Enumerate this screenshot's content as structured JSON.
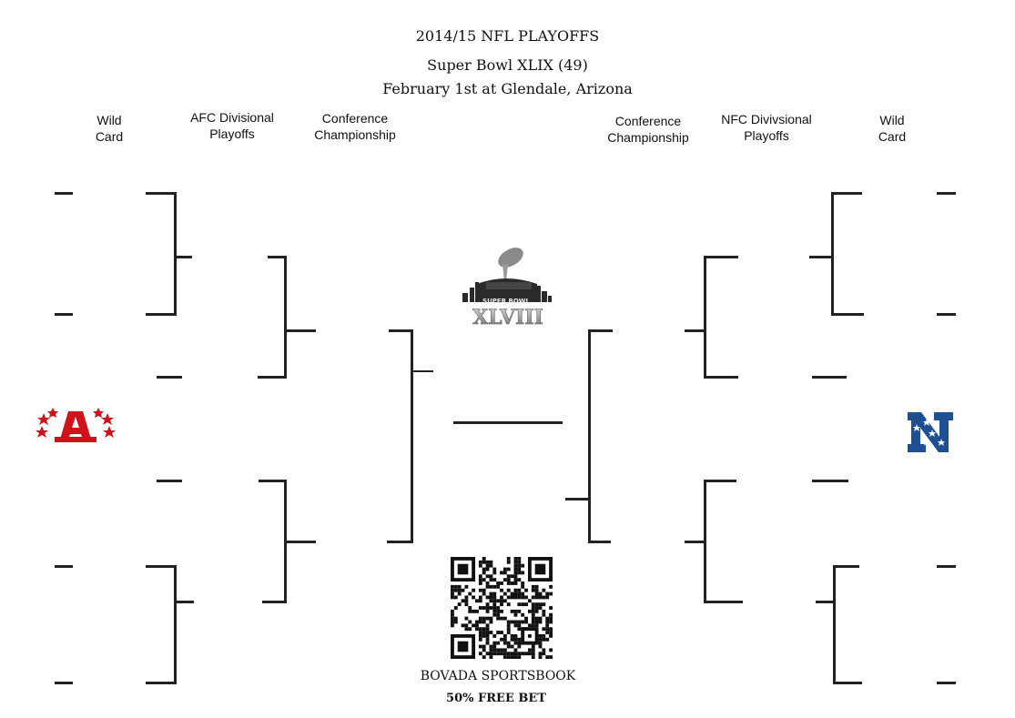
{
  "header": {
    "title": "2014/15 NFL PLAYOFFS",
    "subtitle": "Super Bowl XLIX (49)",
    "date_location": "February 1st at Glendale, Arizona"
  },
  "round_labels": {
    "afc_wild_card": "Wild\nCard",
    "afc_divisional": "AFC Divisional\nPlayoffs",
    "afc_conference": "Conference\nChampionship",
    "nfc_conference": "Conference\nChampionship",
    "nfc_divisional": "NFC Divivsional\nPlayoffs",
    "nfc_wild_card": "Wild\nCard"
  },
  "logos": {
    "afc": "afc-logo",
    "nfc": "nfc-logo",
    "super_bowl": "super-bowl-logo",
    "super_bowl_text": "SUPER BOWL",
    "super_bowl_numeral": "XLVIII",
    "afc_letter": "A",
    "nfc_letter": "N",
    "afc_color": "#d0121b",
    "nfc_color": "#1d4f91"
  },
  "sponsor": {
    "name": "BOVADA SPORTSBOOK",
    "offer": "50% FREE BET",
    "qr_icon": "qr-code-icon"
  }
}
